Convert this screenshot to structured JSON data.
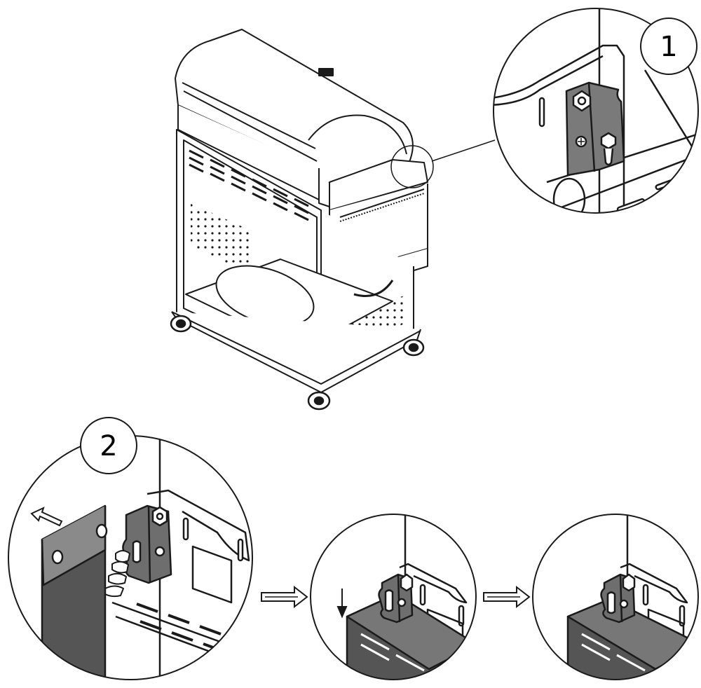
{
  "steps": [
    {
      "label": "1"
    },
    {
      "label": "2"
    }
  ],
  "colors": {
    "ink": "#1a1a1a",
    "panel_fill": "#555555",
    "bracket_fill": "#6e6e6e",
    "paper": "#ffffff"
  },
  "icons": {
    "arrow_right": "hollow-double-arrow-right",
    "arrow_down": "down-arrow",
    "arrow_pull": "diagonal-arrow-up-left"
  }
}
